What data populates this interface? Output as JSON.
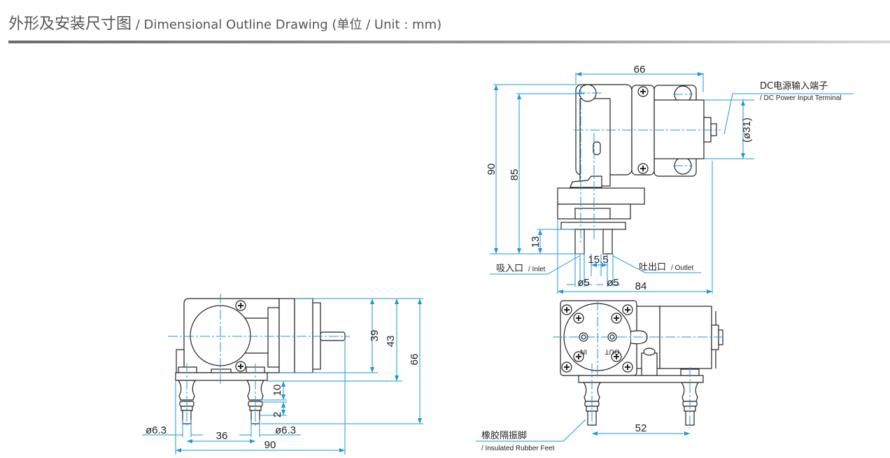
{
  "header": {
    "title_cn": "外形及安装尺寸图",
    "title_en": " / Dimensional Outline Drawing (单位 / Unit : mm)"
  },
  "colors": {
    "dimension": "#1a9ad6",
    "outline": "#222222"
  },
  "top_view": {
    "dims": {
      "width": "66",
      "height_total": "90",
      "height_body": "85",
      "nozzle_len": "13",
      "nozzle_pitch": "15.5",
      "inlet_dia": "ø5",
      "outlet_dia": "ø5",
      "depth": "84",
      "motor_dia": "(ø31)"
    },
    "labels": {
      "terminal_cn": "DC电源输入端子",
      "terminal_en": "/ DC Power Input Terminal",
      "inlet_cn": "吸入口",
      "inlet_en": "/ Inlet",
      "outlet_cn": "吐出口",
      "outlet_en": "/ Outlet"
    }
  },
  "front_view": {
    "dims": {
      "h39": "39",
      "h43": "43",
      "h66": "66",
      "foot10": "10",
      "foot2": "2",
      "pitch36": "36",
      "width90": "90",
      "foot_dia_left": "ø6.3",
      "foot_dia_right": "ø6.3"
    }
  },
  "side_view": {
    "port_in": "IN",
    "port_out": "OUT",
    "dims": {
      "pitch52": "52"
    },
    "labels": {
      "feet_cn": "橡胶隔振脚",
      "feet_en": "/ Insulated Rubber Feet"
    }
  }
}
